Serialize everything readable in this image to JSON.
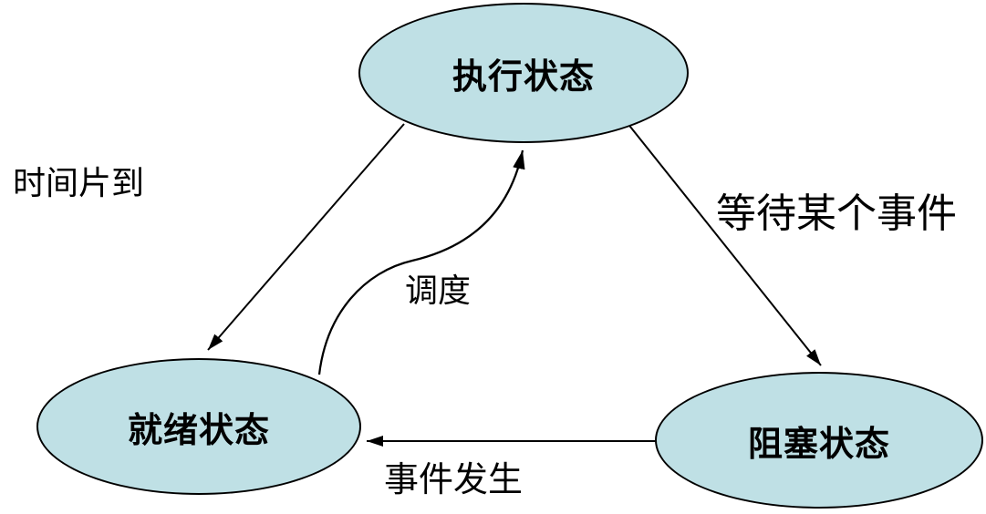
{
  "diagram": {
    "type": "process-state-transition-diagram",
    "nodes": [
      {
        "id": "running-state",
        "label": "执行状态"
      },
      {
        "id": "ready-state",
        "label": "就绪状态"
      },
      {
        "id": "blocked-state",
        "label": "阻塞状态"
      }
    ],
    "edges": [
      {
        "id": "time-slice",
        "label": "时间片到",
        "from": "执行状态",
        "to": "就绪状态",
        "style": "straight"
      },
      {
        "id": "dispatch",
        "label": "调度",
        "from": "就绪状态",
        "to": "执行状态",
        "style": "s-curve"
      },
      {
        "id": "wait-event",
        "label": "等待某个事件",
        "from": "执行状态",
        "to": "阻塞状态",
        "style": "straight"
      },
      {
        "id": "event-occurs",
        "label": "事件发生",
        "from": "阻塞状态",
        "to": "就绪状态",
        "style": "straight"
      }
    ],
    "colors": {
      "node_fill": "#bfe0e5",
      "node_stroke": "#000000",
      "arrow": "#000000",
      "background": "#ffffff"
    }
  }
}
